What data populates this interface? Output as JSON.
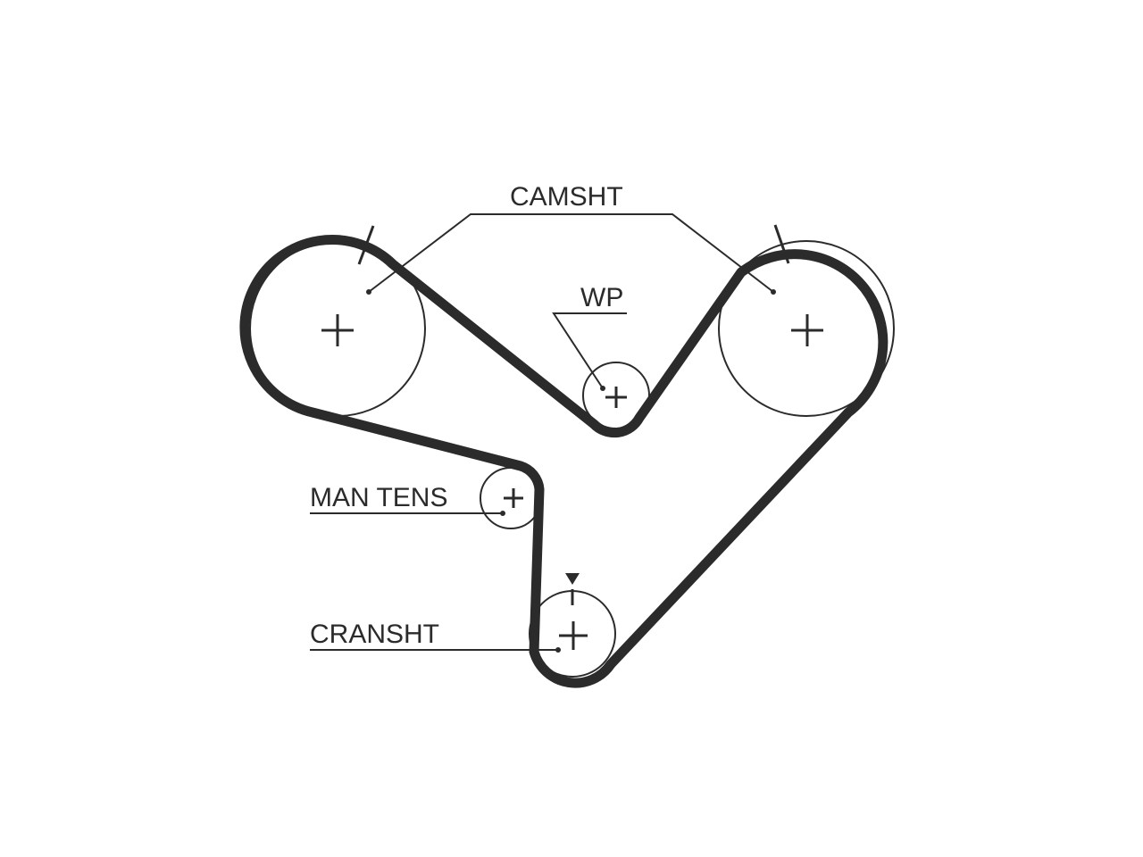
{
  "labels": {
    "camshaft": "CAMSHT",
    "water_pump": "WP",
    "manual_tensioner": "MAN TENS",
    "crankshaft": "CRANSHT"
  }
}
